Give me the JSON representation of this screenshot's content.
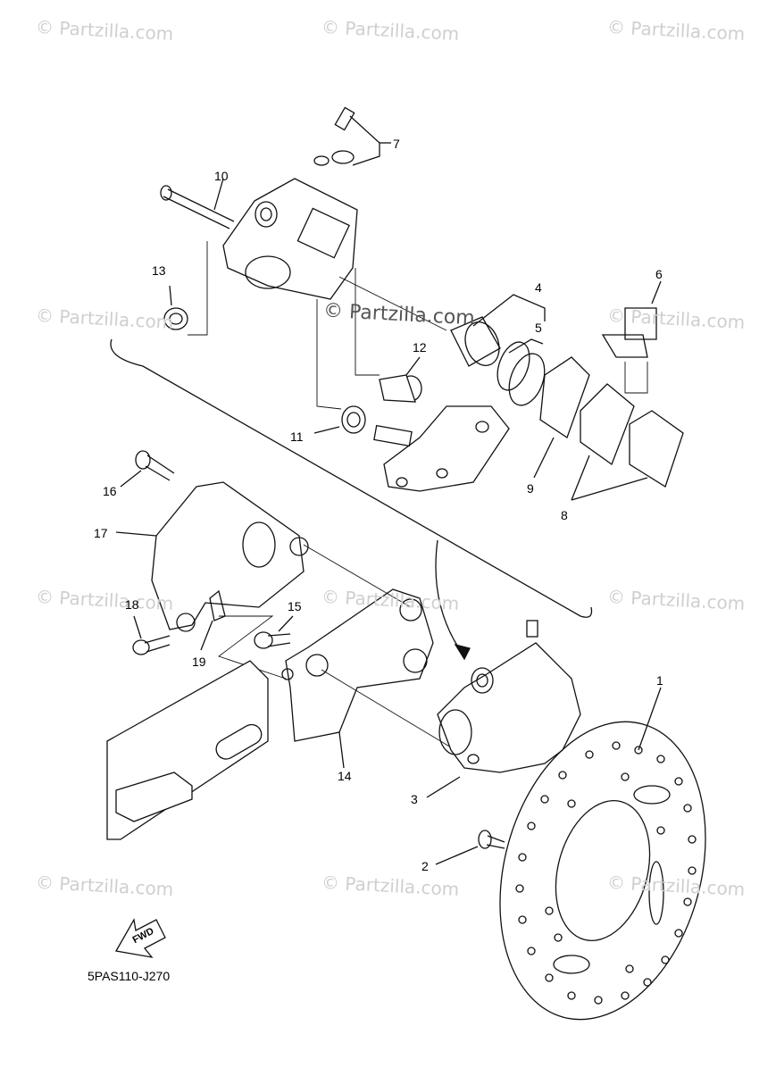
{
  "watermark": "© Partzilla.com",
  "center_watermark": "© Partzilla.com",
  "diagram_code": "5PAS110-J270",
  "fwd_label": "FWD",
  "callouts": [
    "1",
    "2",
    "3",
    "4",
    "5",
    "6",
    "7",
    "8",
    "9",
    "10",
    "11",
    "12",
    "13",
    "14",
    "15",
    "16",
    "17",
    "18",
    "19"
  ]
}
